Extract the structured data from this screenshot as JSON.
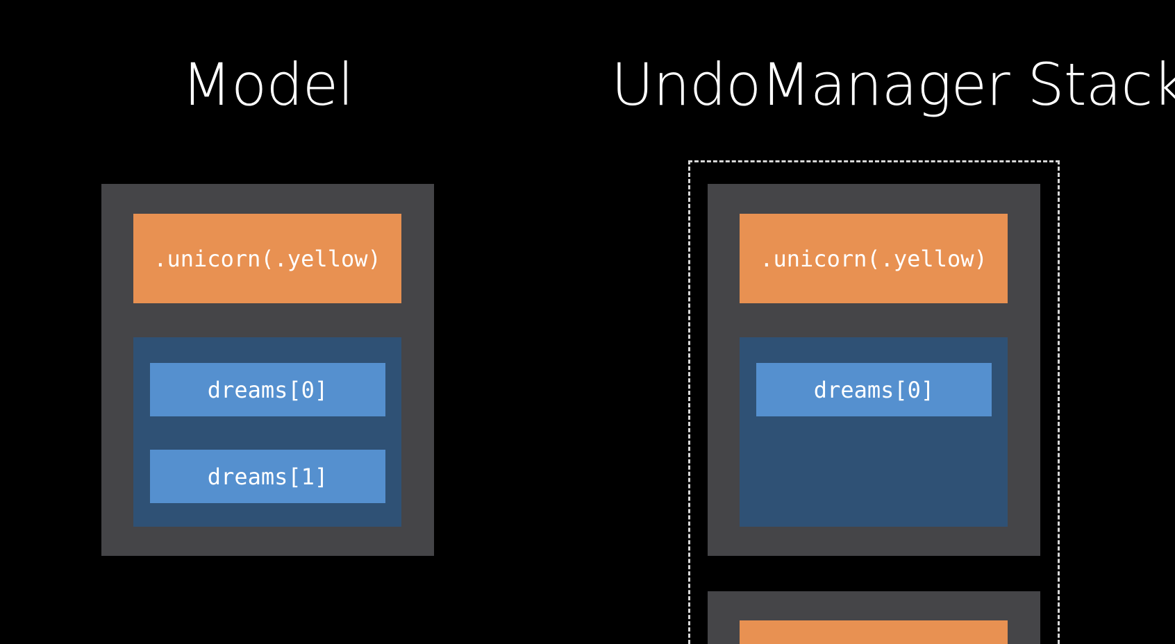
{
  "titles": {
    "model": "Model",
    "stack": "UndoManager Stack"
  },
  "model": {
    "enum_value": ".unicorn(.yellow)",
    "dreams": [
      "dreams[0]",
      "dreams[1]"
    ]
  },
  "undo_stack": {
    "top_entry": {
      "enum_value": ".unicorn(.yellow)",
      "dreams": [
        "dreams[0]"
      ]
    }
  },
  "colors": {
    "background": "#000000",
    "card": "#454548",
    "enum": "#e89152",
    "array": "#2f5175",
    "dream": "#5590cf",
    "dashed_border": "#d8d8d8"
  }
}
